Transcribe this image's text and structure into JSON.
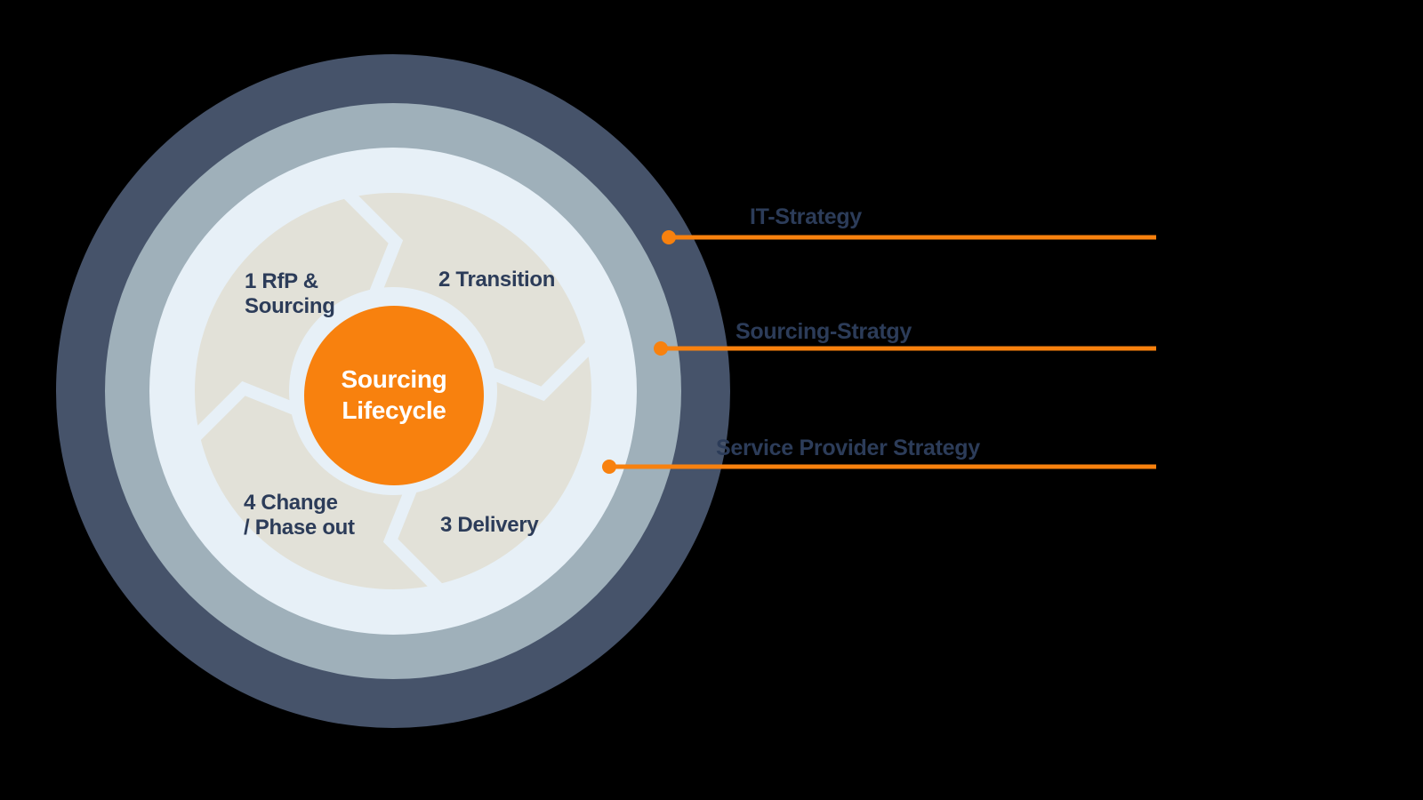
{
  "colors": {
    "background": "#000000",
    "ring-outer": "#46536A",
    "ring-middle": "#9FB0BA",
    "ring-inner": "#E7F0F7",
    "segment": "#E2E1D8",
    "accent-orange": "#F8810E",
    "text-navy": "#2C3C59",
    "text-white": "#FFFFFF"
  },
  "diagram": {
    "center_label": {
      "line1": "Sourcing",
      "line2": "Lifecycle"
    },
    "segments": [
      {
        "line1": "1 RfP &",
        "line2": "Sourcing"
      },
      {
        "line1": "2 Transition",
        "line2": ""
      },
      {
        "line1": "3 Delivery",
        "line2": ""
      },
      {
        "line1": "4 Change",
        "line2": "/ Phase out"
      }
    ],
    "callouts": [
      {
        "label": "IT-Strategy",
        "ring": "outer"
      },
      {
        "label": "Sourcing-Stratgy",
        "ring": "middle"
      },
      {
        "label": "Service Provider Strategy",
        "ring": "inner"
      }
    ]
  }
}
